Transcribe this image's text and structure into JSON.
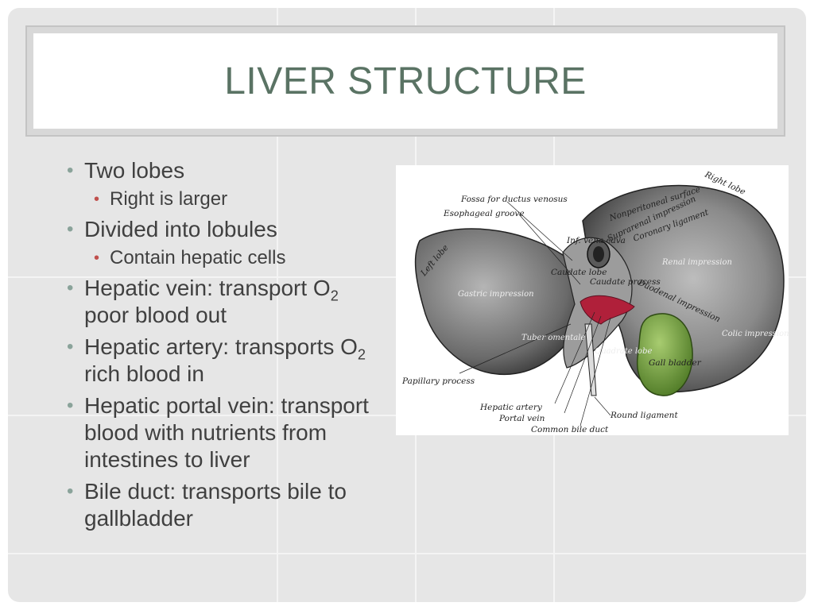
{
  "slide": {
    "title": "Liver Structure",
    "bullets": [
      {
        "text": "Two lobes",
        "sub": [
          "Right is larger"
        ]
      },
      {
        "text": "Divided into lobules",
        "sub": [
          "Contain hepatic cells"
        ]
      },
      {
        "text_before": "Hepatic vein: transport O",
        "subscript": "2",
        "text_after": " poor blood out"
      },
      {
        "text_before": "Hepatic artery: transports O",
        "subscript": "2",
        "text_after": " rich blood in"
      },
      {
        "text": "Hepatic portal vein: transport blood with nutrients from intestines to liver"
      },
      {
        "text": "Bile duct: transports bile to gallbladder"
      }
    ]
  },
  "figure": {
    "labels": {
      "fossa": "Fossa for ductus venosus",
      "esophageal": "Esophageal groove",
      "left_lobe": "Left lobe",
      "right_lobe": "Right lobe",
      "nonperitoneal": "Nonperitoneal surface",
      "inf_vena_cava": "Inf. vena cava",
      "caudate_lobe": "Caudate lobe",
      "suprarenal": "Suprarenal impression",
      "coronary": "Coronary ligament",
      "caudate_process": "Caudate process",
      "renal": "Renal impression",
      "gastric": "Gastric impression",
      "duodenal": "Duodenal impression",
      "tuber": "Tuber omentale",
      "quadrate": "Quadrate lobe",
      "colic": "Colic impression",
      "gall_bladder": "Gall bladder",
      "papillary": "Papillary process",
      "hepatic_artery": "Hepatic artery",
      "portal_vein": "Portal vein",
      "round_ligament": "Round ligament",
      "common_bile_duct": "Common bile duct"
    },
    "colors": {
      "liver_dark": "#3a3a3a",
      "liver_light": "#a8a8a8",
      "gallbladder": "#6a9a3a",
      "vessel_red": "#b0203a"
    }
  }
}
